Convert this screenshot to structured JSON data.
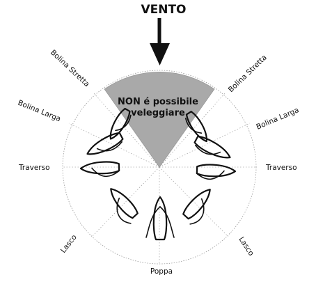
{
  "title": "VENTO",
  "no_go_zone": {
    "line1": "NON é possibile",
    "line2": "veleggiare",
    "color": "#a9a9a9"
  },
  "points_of_sail": {
    "bolina_stretta_left": "Bolina Stretta",
    "bolina_stretta_right": "Bolina Stretta",
    "bolina_larga_left": "Bolina Larga",
    "bolina_larga_right": "Bolina Larga",
    "traverso_left": "Traverso",
    "traverso_right": "Traverso",
    "lasco_left": "Lasco",
    "lasco_right": "Lasco",
    "poppa": "Poppa"
  }
}
